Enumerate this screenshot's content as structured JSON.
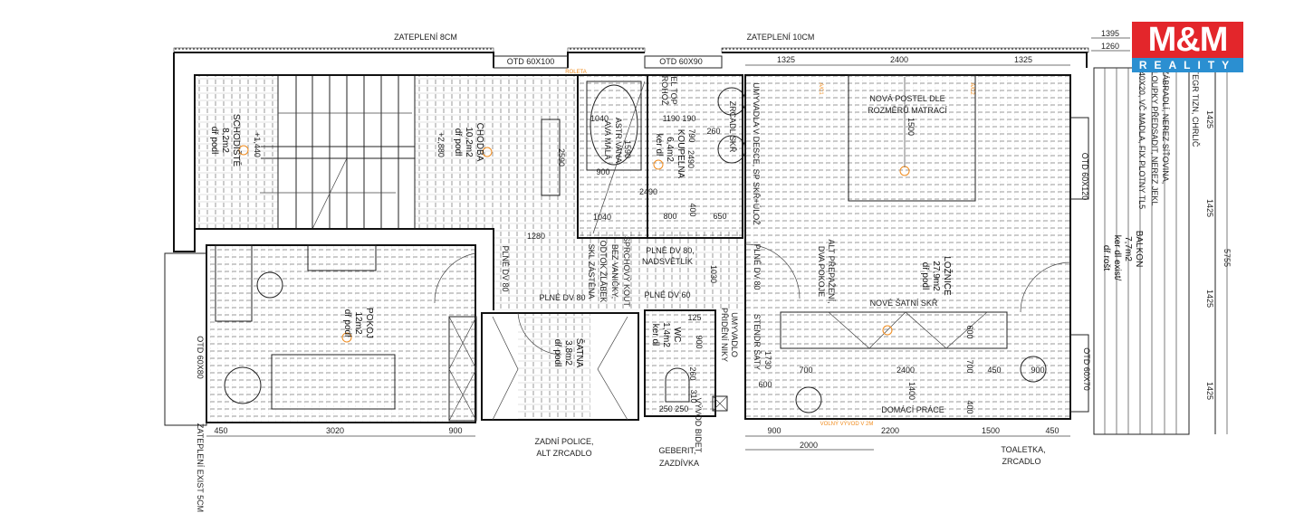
{
  "logo": {
    "brand": "M&M",
    "sub": "REALITY",
    "red": "#e3262b",
    "blue": "#2b8fd1"
  },
  "annotation_color": "#f08c1e",
  "insulation": {
    "top_left": "ZATEPLENÍ 8CM",
    "top_right": "ZATEPLENÍ 10CM",
    "left_bottom": "ZATEPLENÍ EXIST 5CM"
  },
  "windows": {
    "w1": "OTD 60X100",
    "w2": "OTD 60X90",
    "w3": "OTD 60X120",
    "w4": "OTD 60X80",
    "w5": "OTD 60X70",
    "roleta": "ROLETA"
  },
  "rooms": {
    "schodiste": {
      "name": "SCHODIŠTĚ",
      "area": "8,2m2",
      "floor": "dř podl",
      "level": "+1,440"
    },
    "chodba": {
      "name": "CHODBA",
      "area": "10,2m2",
      "floor": "dř podl",
      "level": "+2,880"
    },
    "koupelna": {
      "name": "KOUPELNA",
      "area": "6,4m2",
      "floor": "ker dl"
    },
    "pokoj": {
      "name": "POKOJ",
      "area": "12m2",
      "floor": "dř podl"
    },
    "satna": {
      "name": "ŠATNA",
      "area": "3,8m2",
      "floor": "dř podl"
    },
    "wc": {
      "name": "WC",
      "area": "1,4m2",
      "floor": "ker dl"
    },
    "loznice": {
      "name": "LOŽNICE",
      "area": "27,9m2",
      "floor": "dř podl"
    },
    "balkon": {
      "name": "BALKON",
      "area": "7,7m2",
      "floor": "ker dl exist/",
      "floor2": "dř rošt"
    }
  },
  "notes": {
    "el_top": "EL TOP",
    "rohoz": "ROHOŽ",
    "astr_vana": "ASTR VANA",
    "ava_mala": "AVA MALÁ",
    "umyvadla": "UMYVADLA V DESCE, SP SKŘ+ÚLOŽ",
    "zrcadl": "ZRCADL SKŘ",
    "postel1": "NOVÁ POSTEL DLE",
    "postel2": "ROZMĚRŮ MATRACÍ",
    "alt1": "ALT PŘEPAŽENÍ,",
    "alt2": "DVA POKOJE",
    "plne_dv80_loz": "PLNÉ DV 80",
    "satni_skr": "NOVÉ ŠATNÍ SKŘ",
    "stendr": "STENDR ŠATY",
    "domaci": "DOMÁCÍ PRÁCE",
    "toaletka1": "TOALETKA,",
    "toaletka2": "ZRCADLO",
    "zabradli1": "ZÁBRADLÍ, NEREZ SÍŤOVINA,",
    "zabradli2": "SLOUPKY PŘEDSADIT, NEREZ JEKL",
    "zabradli3": "40X20, VČ MADLA, FIX PLOTNY TL5",
    "integr": "INTEGR TIZN, CHRLIČ",
    "plne_dv80_ch": "PLNÉ DV 80",
    "plne_dv80_h": "PLNÉ DV 80",
    "sprch1": "SPRCHOVÝ KOUT",
    "sprch2": "BEZ VANIČKY,",
    "sprch3": "ODTOK ŽLÁBEK",
    "sprch4": "SKL ZÁSTĚNA",
    "plne_dv80_n": "PLNÉ DV 80,",
    "nadsvetlik": "NADSVĚTLÍK",
    "plne_dv60": "PLNÉ DV 60",
    "zadni1": "ZADNÍ POLICE,",
    "zadni2": "ALT ZRCADLO",
    "umyv_wc1": "UMYVADLO",
    "umyv_wc2": "PŘIDĚNÍ NIKY",
    "geberit1": "GEBERIT,",
    "geberit2": "ZAZDÍVKA",
    "bidet": "VÝVOD BIDET",
    "a_c1": "A/C1",
    "a_c2": "A/C2",
    "volny": "VOLNÝ VÝVOD V 2M"
  },
  "dimensions": {
    "d1395": "1395",
    "d1260": "1260",
    "top": [
      "1325",
      "2400",
      "1325"
    ],
    "right": [
      "1425",
      "1425",
      "1425",
      "1425"
    ],
    "right_total": "5755",
    "pokoj_bottom": [
      "450",
      "3020",
      "900"
    ],
    "loznice_bottom": [
      "900",
      "2200",
      "1500",
      "450"
    ],
    "loznice_bottom2": "2000",
    "chodba": [
      "2590",
      "1280",
      "1030"
    ],
    "koupelna": [
      "1040",
      "1190 190",
      "1590",
      "900",
      "1040",
      "2490",
      "2490",
      "800",
      "790",
      "260",
      "650",
      "400"
    ],
    "loznice_inner": [
      "1730",
      "600",
      "700",
      "2400",
      "1400",
      "700",
      "450",
      "900",
      "600",
      "400",
      "1500"
    ],
    "wc": [
      "125",
      "900",
      "260",
      "310",
      "250 250"
    ]
  }
}
